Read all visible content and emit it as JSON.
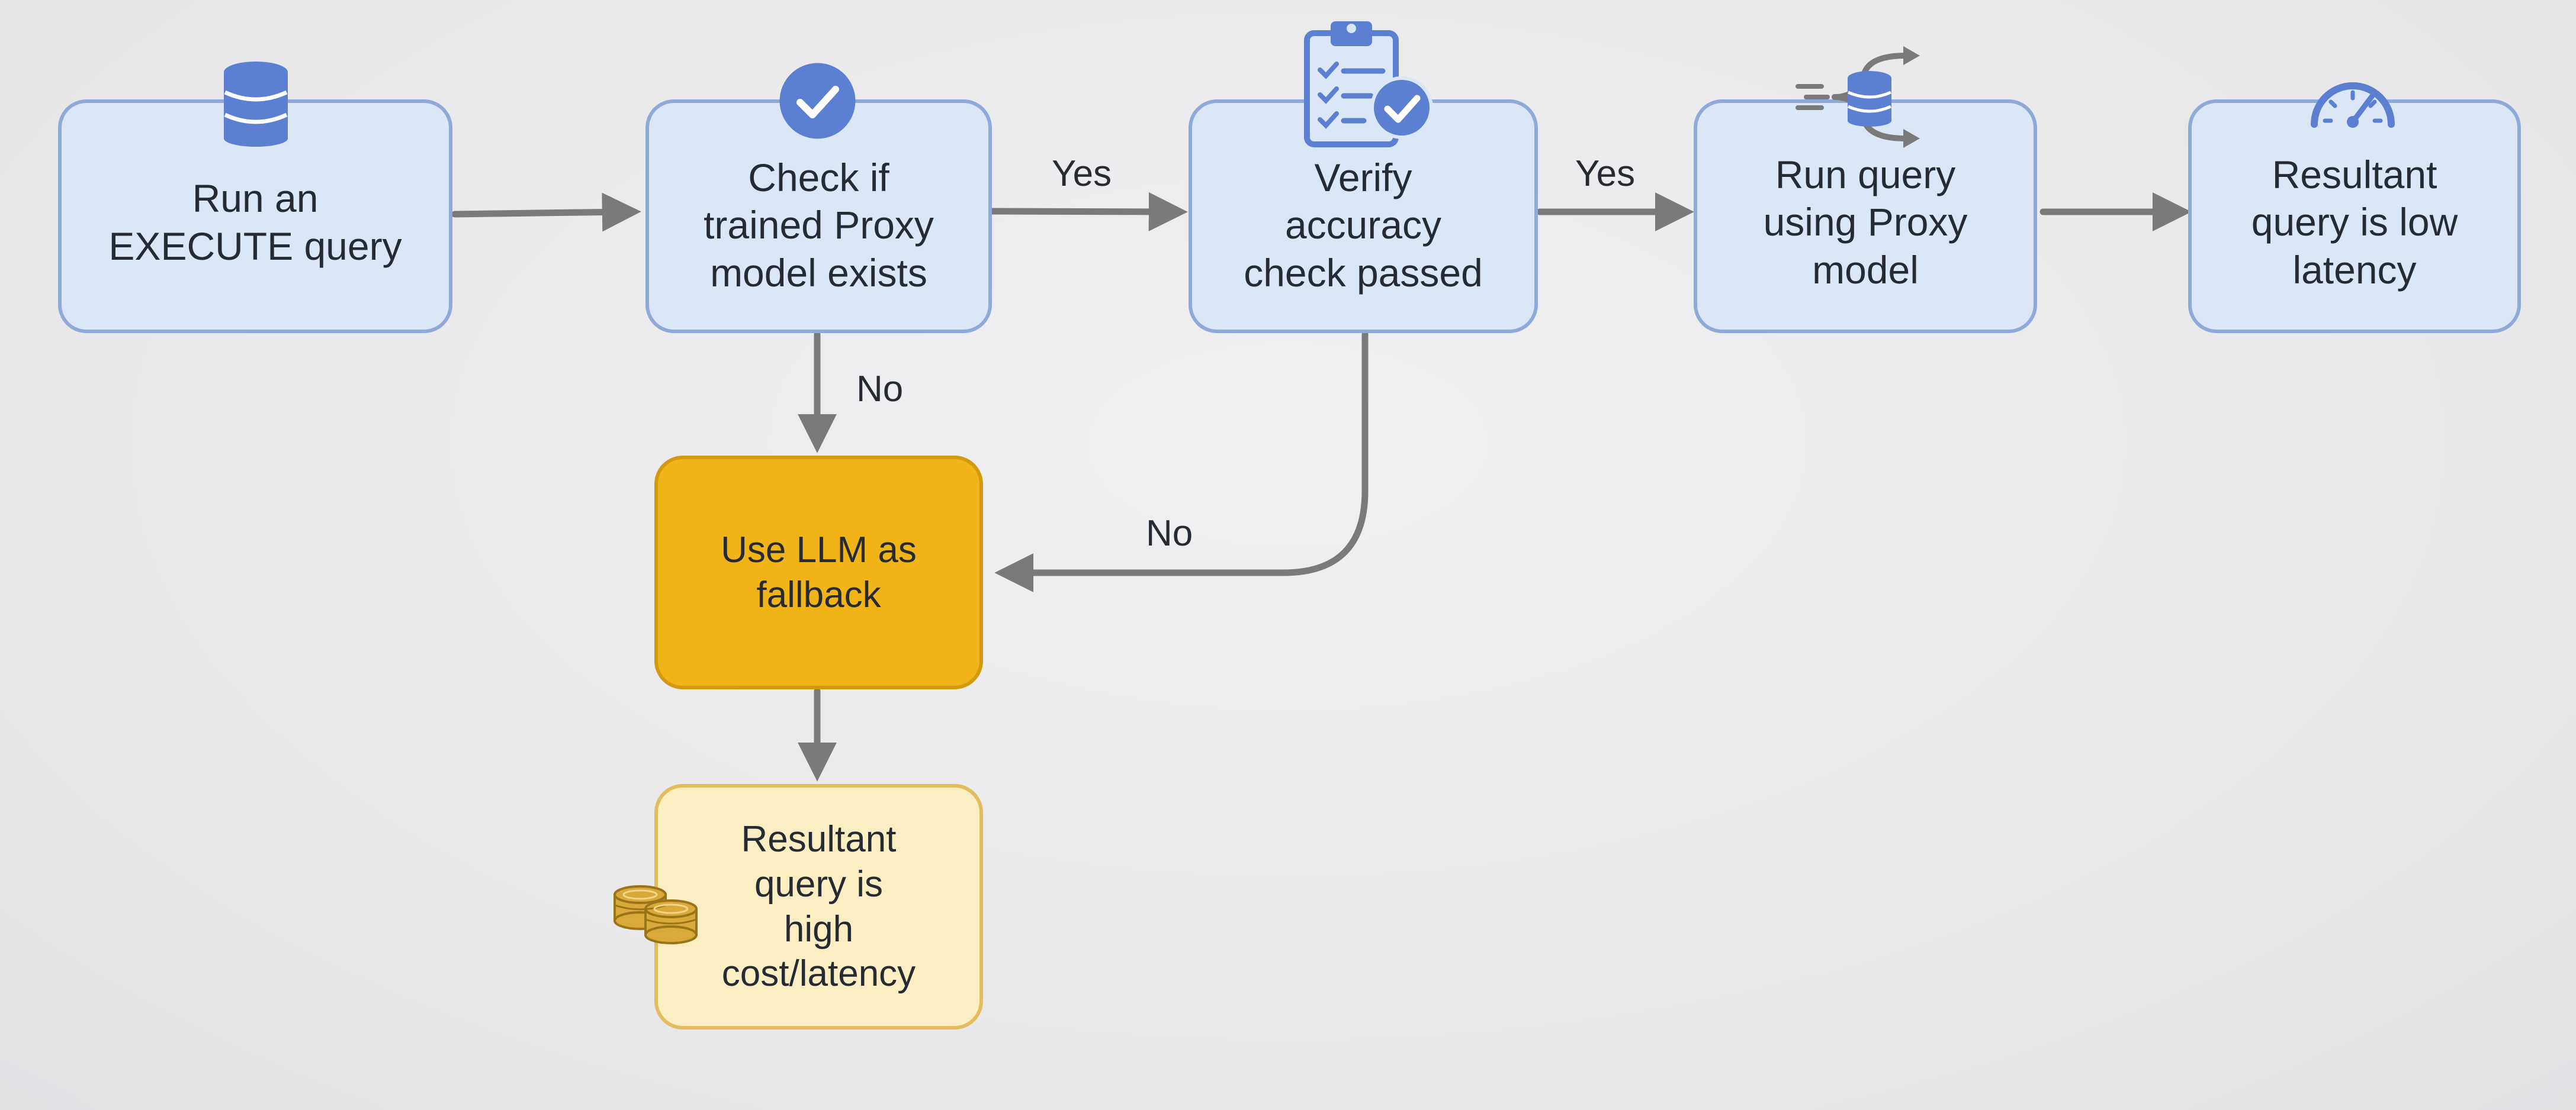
{
  "nodes": {
    "run_execute": "Run an\nEXECUTE query",
    "check_proxy": "Check if\ntrained Proxy\nmodel exists",
    "verify_accuracy": "Verify\naccuracy\ncheck passed",
    "run_proxy": "Run query\nusing Proxy\nmodel",
    "low_latency": "Resultant\nquery is low\nlatency",
    "llm_fallback": "Use LLM as\nfallback",
    "high_cost": "Resultant\nquery is\nhigh\ncost/latency"
  },
  "edge_labels": {
    "yes_1": "Yes",
    "yes_2": "Yes",
    "no_1": "No",
    "no_2": "No"
  },
  "icons": {
    "run_execute": "database-icon",
    "check_proxy": "check-circle-icon",
    "verify_accuracy": "clipboard-check-icon",
    "run_proxy": "database-routing-icon",
    "low_latency": "speedometer-icon",
    "high_cost": "coins-icon"
  },
  "colors": {
    "blue_fill": "#dbe6f6",
    "blue_border": "#8faad9",
    "icon_blue": "#5b7fd1",
    "orange_fill": "#f0b419",
    "cream_fill": "#fbeec2",
    "arrow": "#7a7a7a"
  }
}
